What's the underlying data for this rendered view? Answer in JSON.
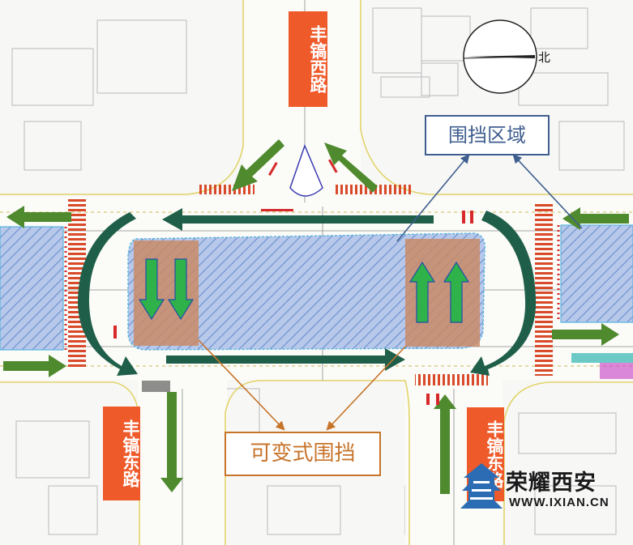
{
  "roads": {
    "north": "丰镐西路",
    "southwest": "丰镐东路",
    "southeast": "丰镐东路"
  },
  "callouts": {
    "hoarding_area": "围挡区域",
    "variable_hoarding": "可变式围挡"
  },
  "compass": {
    "label": "北"
  },
  "watermark": {
    "title": "荣耀西安",
    "url": "WWW.IXIAN.CN"
  },
  "colors": {
    "road_sign": "#ef5a2b",
    "traffic_arrow": "#4f8a2f",
    "detour_arrow": "#1f5f4a",
    "hoarding_hatch": "#6f93d0",
    "variable_zone": "#c98a67",
    "lane_arrow": "#2fb24a",
    "crosswalk": "#d94a2a",
    "callout_blue": "#3f5e8f",
    "callout_orange": "#c7742b"
  },
  "icons": [
    "traffic-arrow-icon",
    "lane-arrow-icon",
    "north-compass-icon",
    "building-logo-icon"
  ]
}
